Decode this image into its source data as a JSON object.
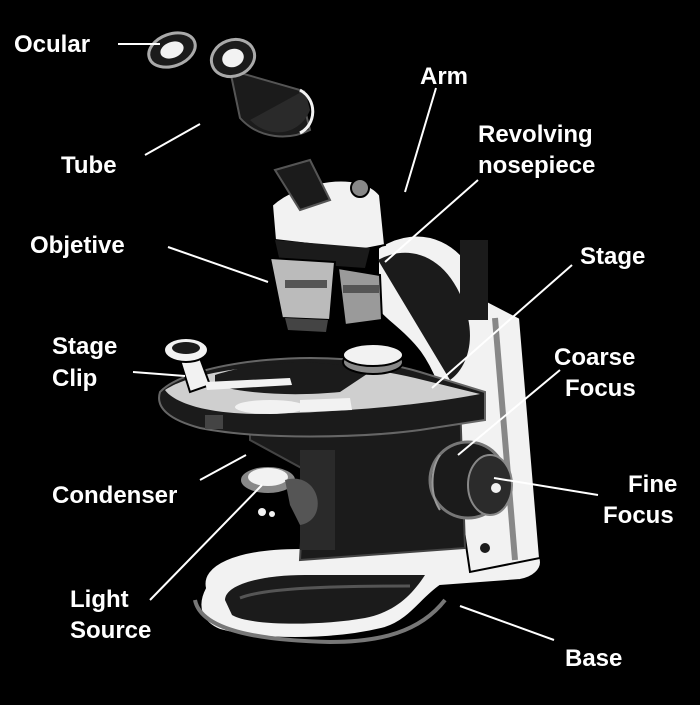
{
  "colors": {
    "background": "#000000",
    "label": "#ffffff",
    "body_white": "#f2f2f2",
    "body_grey": "#9a9a9a",
    "body_dark": "#1b1b1b"
  },
  "labels": {
    "ocular": "Ocular",
    "tube": "Tube",
    "objective": "Objetive",
    "stage_clip_1": "Stage",
    "stage_clip_2": "Clip",
    "condenser": "Condenser",
    "light_source_1": "Light",
    "light_source_2": "Source",
    "arm": "Arm",
    "revolving_1": "Revolving",
    "revolving_2": "nosepiece",
    "stage": "Stage",
    "coarse_1": "Coarse",
    "coarse_2": "Focus",
    "fine_1": "Fine",
    "fine_2": "Focus",
    "base": "Base"
  }
}
